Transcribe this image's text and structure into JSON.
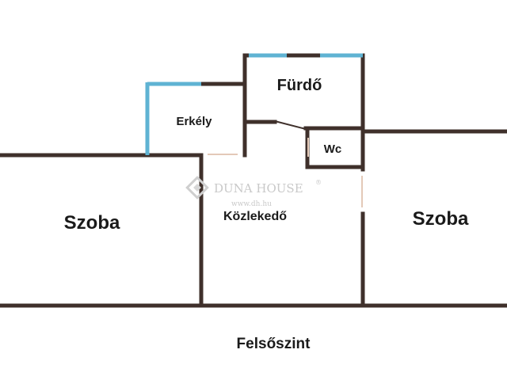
{
  "rooms": {
    "szoba_left": "Szoba",
    "szoba_right": "Szoba",
    "furdo": "Fürdő",
    "erkely": "Erkély",
    "wc": "Wc",
    "kozlekedo": "Közlekedő"
  },
  "level_label": "Felsőszint",
  "watermark": {
    "brand": "DUNA HOUSE",
    "trademark": "®",
    "url": "www.dh.hu"
  },
  "colors": {
    "wall": "#3f302b",
    "window": "#5fb3d3",
    "watermark": "#c9c9c9"
  }
}
